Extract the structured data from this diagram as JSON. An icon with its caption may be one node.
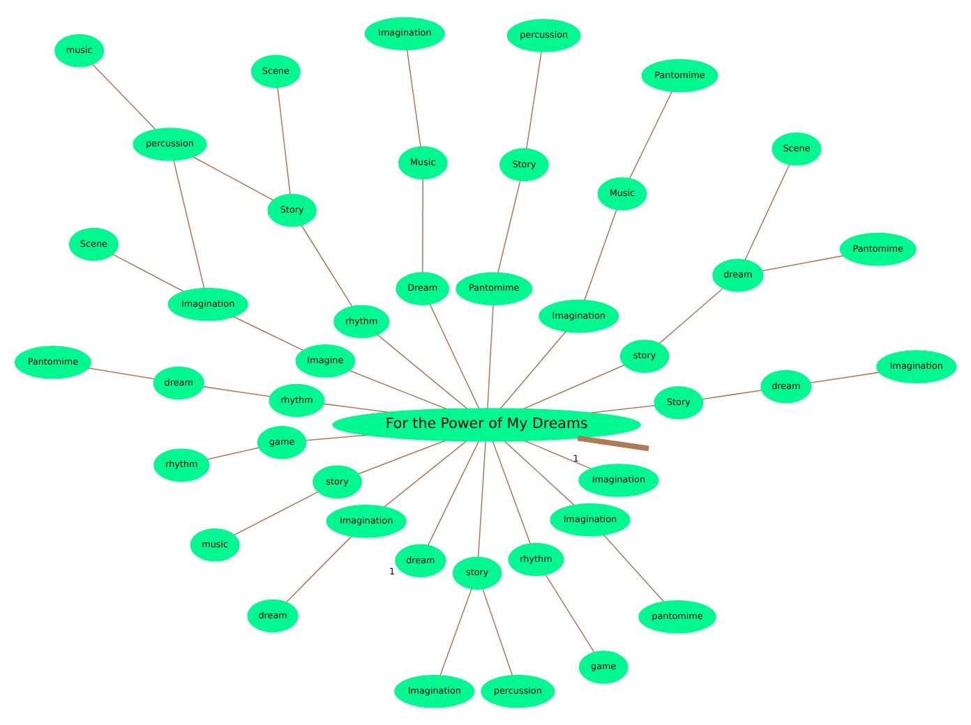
{
  "diagram": {
    "nodes": [
      {
        "text": [
          "For the Power of My Dreams"
        ]
      },
      {
        "text": [
          "Story"
        ]
      },
      {
        "text": [
          "dream"
        ]
      },
      {
        "text": [
          "Imagination"
        ]
      },
      {
        "text": [
          "story"
        ]
      },
      {
        "text": [
          "dream"
        ]
      },
      {
        "text": [
          "Pantomime"
        ]
      },
      {
        "text": [
          "Scene"
        ]
      },
      {
        "text": [
          "Imagination"
        ]
      },
      {
        "text": [
          "Music"
        ]
      },
      {
        "text": [
          "Pantomime"
        ]
      },
      {
        "text": [
          "Pantomime"
        ]
      },
      {
        "text": [
          "Story"
        ]
      },
      {
        "text": [
          "percussion"
        ]
      },
      {
        "text": [
          "Dream"
        ]
      },
      {
        "text": [
          "Music"
        ]
      },
      {
        "text": [
          "Imagination"
        ]
      },
      {
        "text": [
          "rhythm"
        ]
      },
      {
        "text": [
          "Story"
        ]
      },
      {
        "text": [
          "Scene"
        ]
      },
      {
        "text": [
          "percussion"
        ]
      },
      {
        "text": [
          "music"
        ]
      },
      {
        "text": [
          "Imagine"
        ]
      },
      {
        "text": [
          "Imagination"
        ]
      },
      {
        "text": [
          "Scene"
        ]
      },
      {
        "text": [
          "rhythm"
        ]
      },
      {
        "text": [
          "dream"
        ]
      },
      {
        "text": [
          "Pantomime"
        ]
      },
      {
        "text": [
          "game"
        ]
      },
      {
        "text": [
          "rhythm"
        ]
      },
      {
        "text": [
          "story"
        ]
      },
      {
        "text": [
          "music"
        ]
      },
      {
        "text": [
          "Imagination"
        ]
      },
      {
        "text": [
          "dream"
        ]
      },
      {
        "text": [
          "dream"
        ],
        "beside": [
          "1"
        ]
      },
      {
        "text": [
          "story"
        ]
      },
      {
        "text": [
          "Imagination"
        ]
      },
      {
        "text": [
          "percussion"
        ]
      },
      {
        "text": [
          "rhythm"
        ]
      },
      {
        "text": [
          "game"
        ]
      },
      {
        "text": [
          "Imagination"
        ]
      },
      {
        "text": [
          "pantomime"
        ]
      },
      {
        "text": [
          "Imagination"
        ],
        "beside": [
          "1"
        ]
      }
    ],
    "edges": [
      {
        "from": 0,
        "to": null,
        "arrow": "none",
        "style": "thick"
      },
      {
        "from": 0,
        "to": 1,
        "arrow": "none"
      },
      {
        "from": 1,
        "to": 2,
        "arrow": "none"
      },
      {
        "from": 2,
        "to": 3,
        "arrow": "none"
      },
      {
        "from": 0,
        "to": 4,
        "arrow": "none"
      },
      {
        "from": 4,
        "to": 5,
        "arrow": "none"
      },
      {
        "from": 5,
        "to": 6,
        "arrow": "none"
      },
      {
        "from": 5,
        "to": 7,
        "arrow": "none"
      },
      {
        "from": 0,
        "to": 8,
        "arrow": "none"
      },
      {
        "from": 8,
        "to": 9,
        "arrow": "none"
      },
      {
        "from": 9,
        "to": 10,
        "arrow": "none"
      },
      {
        "from": 0,
        "to": 11,
        "arrow": "none"
      },
      {
        "from": 11,
        "to": 12,
        "arrow": "none"
      },
      {
        "from": 12,
        "to": 13,
        "arrow": "none"
      },
      {
        "from": 0,
        "to": 14,
        "arrow": "none"
      },
      {
        "from": 14,
        "to": 15,
        "arrow": "none"
      },
      {
        "from": 15,
        "to": 16,
        "arrow": "none"
      },
      {
        "from": 0,
        "to": 17,
        "arrow": "none"
      },
      {
        "from": 17,
        "to": 18,
        "arrow": "none"
      },
      {
        "from": 18,
        "to": 19,
        "arrow": "none"
      },
      {
        "from": 18,
        "to": 20,
        "arrow": "none"
      },
      {
        "from": 20,
        "to": 21,
        "arrow": "none"
      },
      {
        "from": 0,
        "to": 22,
        "arrow": "none"
      },
      {
        "from": 22,
        "to": 23,
        "arrow": "none"
      },
      {
        "from": 23,
        "to": 20,
        "arrow": "none"
      },
      {
        "from": 23,
        "to": 24,
        "arrow": "none"
      },
      {
        "from": 0,
        "to": 25,
        "arrow": "none"
      },
      {
        "from": 25,
        "to": 26,
        "arrow": "none"
      },
      {
        "from": 26,
        "to": 27,
        "arrow": "none"
      },
      {
        "from": 0,
        "to": 28,
        "arrow": "none"
      },
      {
        "from": 28,
        "to": 29,
        "arrow": "none"
      },
      {
        "from": 0,
        "to": 30,
        "arrow": "none"
      },
      {
        "from": 30,
        "to": 31,
        "arrow": "none"
      },
      {
        "from": 0,
        "to": 32,
        "arrow": "none"
      },
      {
        "from": 32,
        "to": 33,
        "arrow": "none"
      },
      {
        "from": 0,
        "to": 34,
        "arrow": "none"
      },
      {
        "from": 0,
        "to": 35,
        "arrow": "none"
      },
      {
        "from": 35,
        "to": 36,
        "arrow": "none"
      },
      {
        "from": 35,
        "to": 37,
        "arrow": "none"
      },
      {
        "from": 0,
        "to": 38,
        "arrow": "none"
      },
      {
        "from": 38,
        "to": 39,
        "arrow": "none"
      },
      {
        "from": 0,
        "to": 40,
        "arrow": "none"
      },
      {
        "from": 40,
        "to": 41,
        "arrow": "none"
      },
      {
        "from": 0,
        "to": 42,
        "arrow": "none"
      }
    ]
  }
}
